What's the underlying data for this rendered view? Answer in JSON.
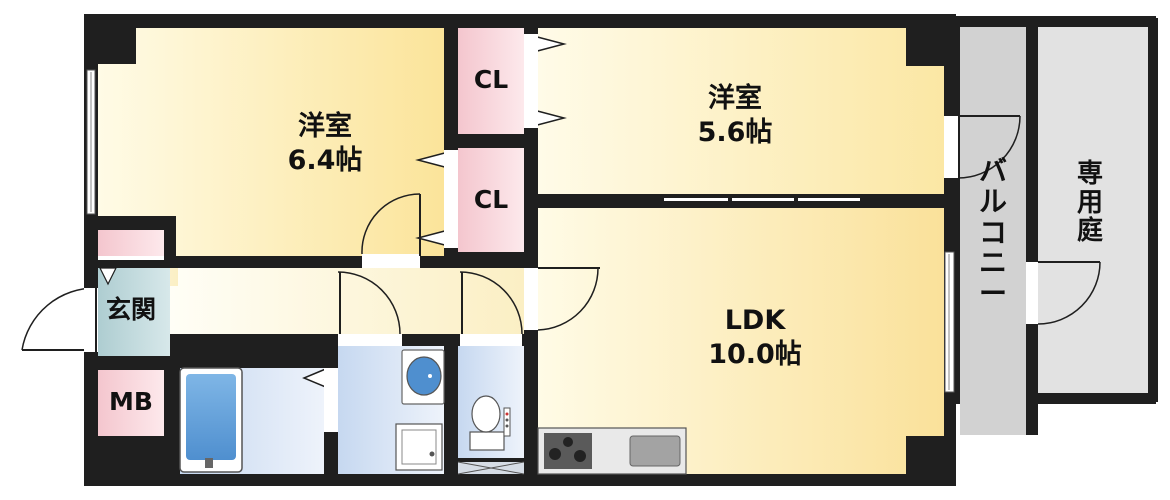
{
  "rooms": {
    "western_room_1": {
      "name": "洋室",
      "size": "6.4帖"
    },
    "western_room_2": {
      "name": "洋室",
      "size": "5.6帖"
    },
    "closet_1": {
      "name": "CL"
    },
    "closet_2": {
      "name": "CL"
    },
    "ldk": {
      "name": "LDK",
      "size": "10.0帖"
    },
    "entrance": {
      "name": "玄関"
    },
    "meter_box": {
      "name": "MB"
    },
    "balcony": {
      "chars": [
        "バ",
        "ル",
        "コ",
        "ニ",
        "ー"
      ]
    },
    "private_garden": {
      "chars": [
        "専",
        "用",
        "庭"
      ]
    }
  },
  "colors": {
    "wall": "#1f1f1f",
    "room_yellow": "#fbe49a",
    "room_light": "#fffbe6",
    "closet_pink": "#f8d0d6",
    "wet_blue": "#d6e3f3",
    "entrance_teal": "#bcd7d9",
    "balcony_gray": "#cfcfcf"
  }
}
